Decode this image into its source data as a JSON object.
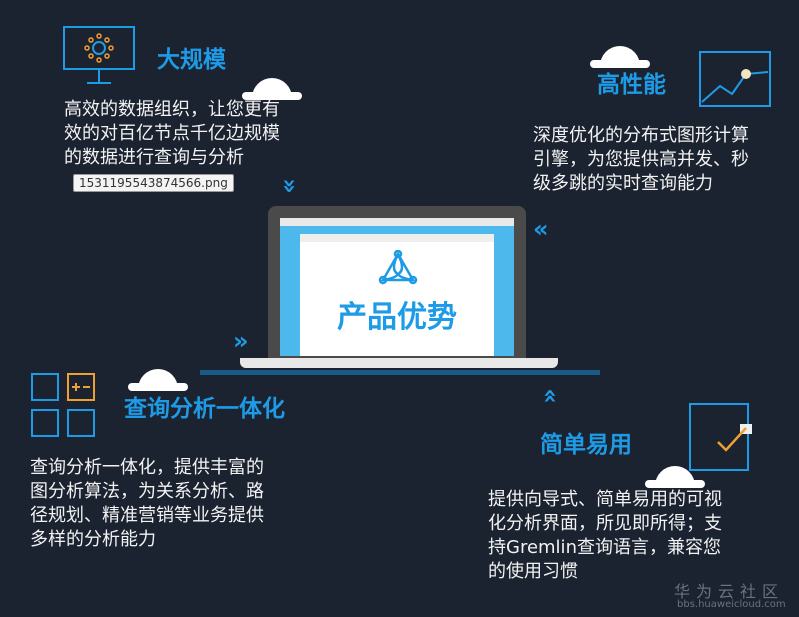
{
  "features": [
    {
      "title": "大规模",
      "lines": [
        "高效的数据组织，让您更有",
        "效的对百亿节点千亿边规模",
        "的数据进行查询与分析"
      ]
    },
    {
      "title": "高性能",
      "lines": [
        "深度优化的分布式图形计算",
        "引擎，为您提供高并发、秒",
        "级多跳的实时查询能力"
      ]
    },
    {
      "title": "查询分析一体化",
      "lines": [
        "查询分析一体化，提供丰富的",
        "图分析算法，为关系分析、路",
        "径规划、精准营销等业务提供",
        "多样的分析能力"
      ]
    },
    {
      "title": "简单易用",
      "lines": [
        "提供向导式、简单易用的可视",
        "化分析界面，所见即所得；支",
        "持Gremlin查询语言，兼容您",
        "的使用习惯"
      ]
    }
  ],
  "center": {
    "title": "产品优势"
  },
  "tooltip": "1531195543874566.png",
  "watermark": {
    "name": "华为云社区",
    "url": "bbs.huaweicloud.com"
  },
  "colors": {
    "accent": "#1e9be6",
    "background": "#1b2230",
    "orange": "#f0a030"
  }
}
